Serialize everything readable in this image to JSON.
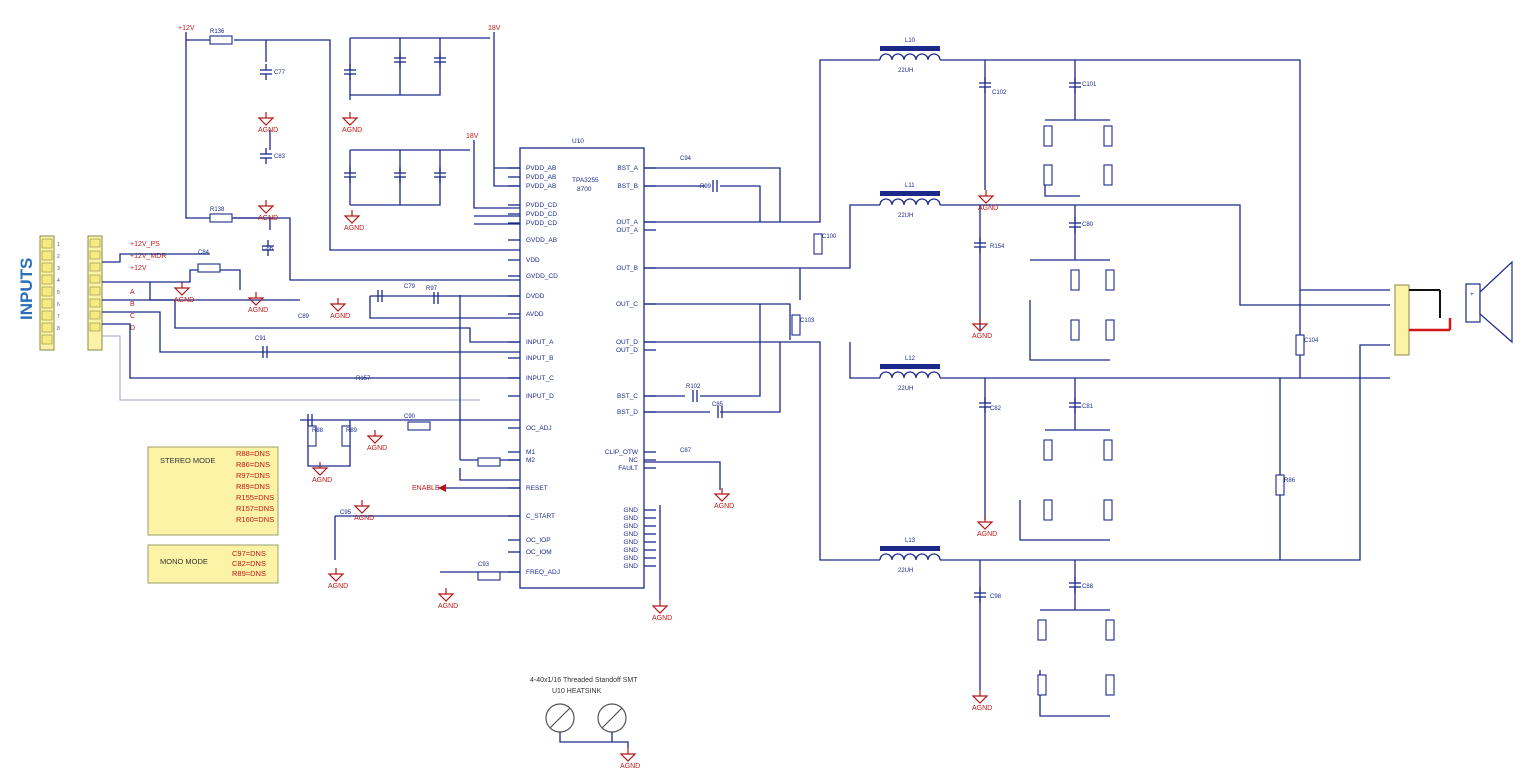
{
  "labels": {
    "inputs": "INPUTS",
    "ic_ref": "U10",
    "ic_part": "TPA3255",
    "ic_pkg": "8700",
    "agnd": "AGND",
    "heatsink_title": "4-40x1/16 Threaded Standoff SMT",
    "heatsink_sub": "U10 HEATSINK",
    "p12v": "+12V",
    "p12v_ps": "+12V_PS",
    "p12v_mdr": "+12V_MDR",
    "p18v": "18V",
    "reset": "ENABLE"
  },
  "ic_left_pins": [
    "PVDD_AB",
    "PVDD_AB",
    "PVDD_AB",
    "PVDD_CD",
    "PVDD_CD",
    "PVDD_CD",
    "GVDD_AB",
    "VDD",
    "GVDD_CD",
    "DVDD",
    "AVDD",
    "INPUT_A",
    "INPUT_B",
    "INPUT_C",
    "INPUT_D",
    "OC_ADJ",
    "M1",
    "M2",
    "RESET",
    "C_START",
    "OC_IOP",
    "OC_IOM",
    "FREQ_ADJ"
  ],
  "ic_right_pins": [
    "BST_A",
    "BST_B",
    "OUT_A",
    "OUT_A",
    "OUT_B",
    "OUT_C",
    "OUT_D",
    "OUT_D",
    "BST_C",
    "BST_D",
    "CLIP_OTW",
    "NC",
    "FAULT",
    "GND",
    "GND",
    "GND",
    "GND",
    "GND",
    "GND",
    "GND",
    "GND"
  ],
  "input_rows": [
    {
      "num": "1",
      "sig": "+12V_PS"
    },
    {
      "num": "2",
      "sig": "+12V_MDR"
    },
    {
      "num": "3",
      "sig": "+12V"
    },
    {
      "num": "4",
      "sig": ""
    },
    {
      "num": "5",
      "sig": "A"
    },
    {
      "num": "6",
      "sig": "B"
    },
    {
      "num": "7",
      "sig": "C"
    },
    {
      "num": "8",
      "sig": "D"
    }
  ],
  "inductors": [
    {
      "ref": "L10",
      "val": "22UH"
    },
    {
      "ref": "L11",
      "val": "22UH"
    },
    {
      "ref": "L12",
      "val": "22UH"
    },
    {
      "ref": "L13",
      "val": "22UH"
    }
  ],
  "components": [
    {
      "ref": "R136"
    },
    {
      "ref": "C77"
    },
    {
      "ref": "C83"
    },
    {
      "ref": "R138"
    },
    {
      "ref": "C86"
    },
    {
      "ref": "C84"
    },
    {
      "ref": "C79"
    },
    {
      "ref": "R97"
    },
    {
      "ref": "C89"
    },
    {
      "ref": "C91"
    },
    {
      "ref": "C90"
    },
    {
      "ref": "C94"
    },
    {
      "ref": "R99"
    },
    {
      "ref": "R102"
    },
    {
      "ref": "C85"
    },
    {
      "ref": "C87"
    },
    {
      "ref": "C95"
    },
    {
      "ref": "C93"
    },
    {
      "ref": "C101"
    },
    {
      "ref": "C102"
    },
    {
      "ref": "R154"
    },
    {
      "ref": "C80"
    },
    {
      "ref": "C81"
    },
    {
      "ref": "C82"
    },
    {
      "ref": "C88"
    },
    {
      "ref": "C98"
    },
    {
      "ref": "C100"
    },
    {
      "ref": "C103"
    },
    {
      "ref": "C104"
    },
    {
      "ref": "R86"
    },
    {
      "ref": "R88"
    },
    {
      "ref": "R89"
    },
    {
      "ref": "R157"
    }
  ],
  "stereo_mode": {
    "title": "STEREO MODE",
    "lines": [
      "R88=DNS",
      "R86=DNS",
      "R97=DNS",
      "R89=DNS",
      "R155=DNS",
      "R157=DNS",
      "R160=DNS"
    ]
  },
  "mono_mode": {
    "title": "MONO MODE",
    "lines": [
      "C97=DNS",
      "C82=DNS",
      "R89=DNS"
    ]
  },
  "colors": {
    "wire": "#1b2a8a",
    "gnd": "#b01818",
    "note_box": "#fdf3a6",
    "inputs": "#2a6fb8"
  }
}
